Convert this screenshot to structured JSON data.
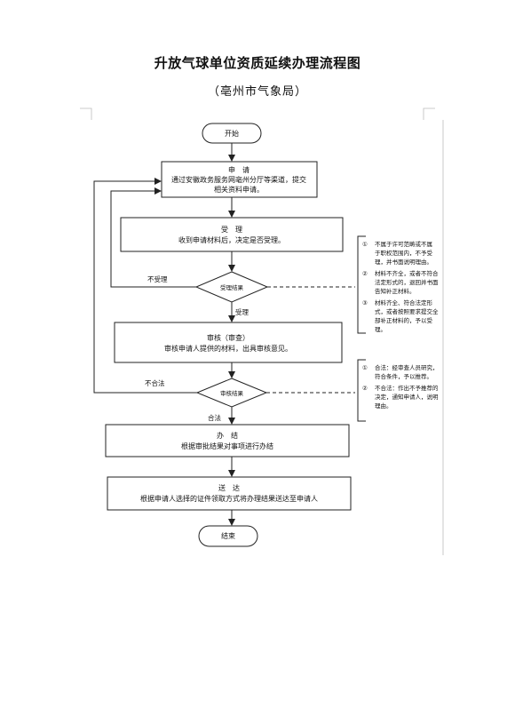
{
  "title": "升放气球单位资质延续办理流程图",
  "subtitle": "（亳州市气象局）",
  "nodes": {
    "start": "开始",
    "apply": {
      "title": "申　请",
      "line1": "通过安徽政务服务网亳州分厅等渠道，提交",
      "line2": "相关资料申请。"
    },
    "accept": {
      "title": "受　理",
      "line1": "收到申请材料后，决定是否受理。"
    },
    "accept_decision": "受理结果",
    "review": {
      "title": "审核（审查）",
      "line1": "审核申请人提供的材料，出具审核意见。"
    },
    "review_decision": "审核结果",
    "complete": {
      "title": "办　结",
      "line1": "根据审批结果对事项进行办结"
    },
    "deliver": {
      "title": "送　达",
      "line1": "根据申请人选择的证件领取方式将办理结果送达至申请人"
    },
    "end": "结束"
  },
  "edges": {
    "not_accepted": "不受理",
    "accepted": "受理",
    "not_qualified": "不合法",
    "qualified": "合法"
  },
  "notes": {
    "accept_notes": [
      {
        "num": "①",
        "lines": [
          "不属于许可范畴或不属",
          "于职权范围内，不予受",
          "理，并书面说明理由。"
        ]
      },
      {
        "num": "②",
        "lines": [
          "材料不齐全，或者不符合",
          "法定形式的，退回并书面",
          "告知补正材料。"
        ]
      },
      {
        "num": "③",
        "lines": [
          "材料齐全、符合法定形",
          "式，或者按照要求提交全",
          "部补正材料的，予以受",
          "理。"
        ]
      }
    ],
    "review_notes": [
      {
        "num": "①",
        "lines": [
          "合法：经审查人员研究，",
          "符合条件，予以推荐。"
        ]
      },
      {
        "num": "②",
        "lines": [
          "不合法：作出不予推荐的",
          "决定，通知申请人，说明",
          "理由。"
        ]
      }
    ]
  }
}
